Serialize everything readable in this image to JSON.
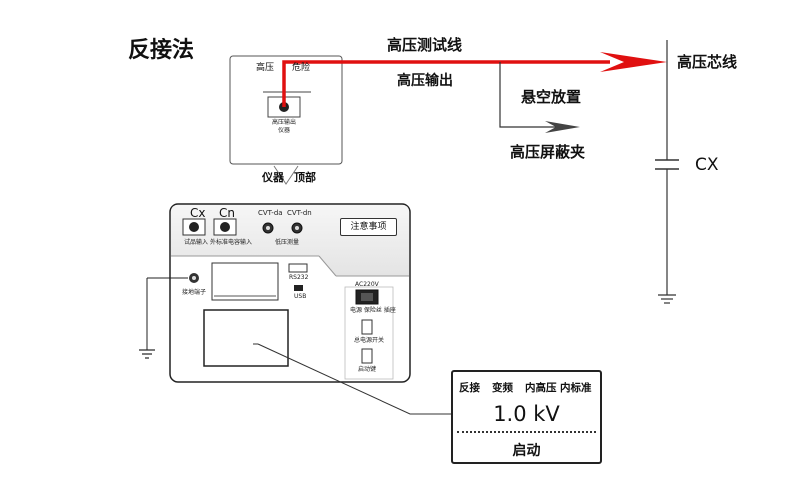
{
  "title": "反接法",
  "labels": {
    "hv_test_line": "高压测试线",
    "hv_output": "高压输出",
    "suspended": "悬空放置",
    "hv_shield_clip": "高压屏蔽夹",
    "hv_core_line": "高压芯线",
    "cx": "CX",
    "instrument": "仪器",
    "top": "顶部"
  },
  "instrument_top_panel": {
    "hv_label": "高压",
    "danger_label": "危险",
    "socket_label_line1": "高压输出",
    "socket_label_line2": "仪器"
  },
  "front_panel": {
    "cx": "Cx",
    "cn": "Cn",
    "cvt_da": "CVT-da",
    "cvt_dn": "CVT-dn",
    "cx_sub": "试品输入",
    "cn_sub": "外标准电容输入",
    "cvt_sub": "低压测量",
    "warning_button": "注意事项",
    "ground_label": "接地端子",
    "port_label": "RS232",
    "usb_label": "USB",
    "power_label": "AC220V",
    "power_sub": "电源 保险丝 插座",
    "switch1": "总电源开关",
    "switch2": "启动键"
  },
  "display": {
    "modes": [
      "反接",
      "变频",
      "内高压",
      "内标准"
    ],
    "voltage": "1.0 kV",
    "start": "启动"
  },
  "colors": {
    "hv_wire": "#e01010",
    "outline": "#222222",
    "panel_fill": "#ffffff",
    "panel_top_fill": "#ececec"
  }
}
